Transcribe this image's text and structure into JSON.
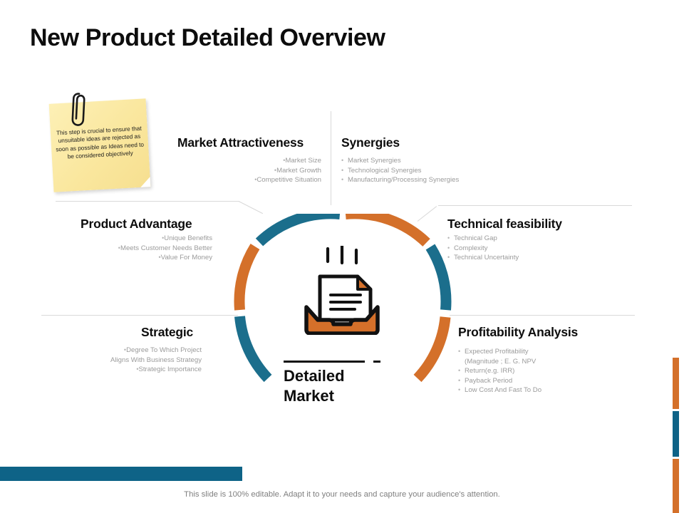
{
  "slide": {
    "title": "New Product Detailed Overview",
    "footer_note": "This slide is 100% editable. Adapt it to your needs and capture your audience's attention."
  },
  "sticky_note": {
    "icon": "paperclip-icon",
    "text": "This step is crucial to ensure that unsuitable ideas are rejected as soon as possible as Ideas need to be considered objectively"
  },
  "center": {
    "icon": "document-inbox-tray-icon",
    "label_line1": "Detailed",
    "label_line2": "Market"
  },
  "blocks": {
    "market_attractiveness": {
      "heading": "Market Attractiveness",
      "items": [
        "Market Size",
        "Market Growth",
        "Competitive Situation"
      ]
    },
    "synergies": {
      "heading": "Synergies",
      "items": [
        "Market Synergies",
        "Technological Synergies",
        "Manufacturing/Processing Synergies"
      ]
    },
    "product_advantage": {
      "heading": "Product Advantage",
      "items": [
        "Unique Benefits",
        "Meets Customer Needs Better",
        "Value For Money"
      ]
    },
    "technical_feasibility": {
      "heading": "Technical feasibility",
      "items": [
        "Technical Gap",
        "Complexity",
        "Technical Uncertainty"
      ]
    },
    "strategic": {
      "heading": "Strategic",
      "items": [
        "Degree To Which Project",
        "Aligns With Business Strategy",
        "Strategic Importance"
      ]
    },
    "profitability_analysis": {
      "heading": "Profitability Analysis",
      "items": [
        "Expected Profitability",
        "(Magnitude ; E. G. NPV",
        "Return(e.g. IRR)",
        "Payback Period",
        "Low Cost And Fast To Do"
      ]
    }
  },
  "colors": {
    "blue": "#1b6e8c",
    "blue_dark": "#0e6387",
    "orange": "#d4702a",
    "sticky_yellow": "#fae79e",
    "text_dark": "#0d0d0d",
    "text_muted": "#9b9b9b",
    "divider": "#d9d9d9"
  },
  "ring": {
    "segments": [
      {
        "name": "market-attractiveness-arc",
        "color": "#1b6e8c"
      },
      {
        "name": "synergies-arc",
        "color": "#d4702a"
      },
      {
        "name": "technical-feasibility-arc",
        "color": "#1b6e8c"
      },
      {
        "name": "profitability-analysis-arc",
        "color": "#d4702a"
      },
      {
        "name": "strategic-arc",
        "color": "#1b6e8c"
      },
      {
        "name": "product-advantage-arc",
        "color": "#d4702a"
      }
    ]
  }
}
